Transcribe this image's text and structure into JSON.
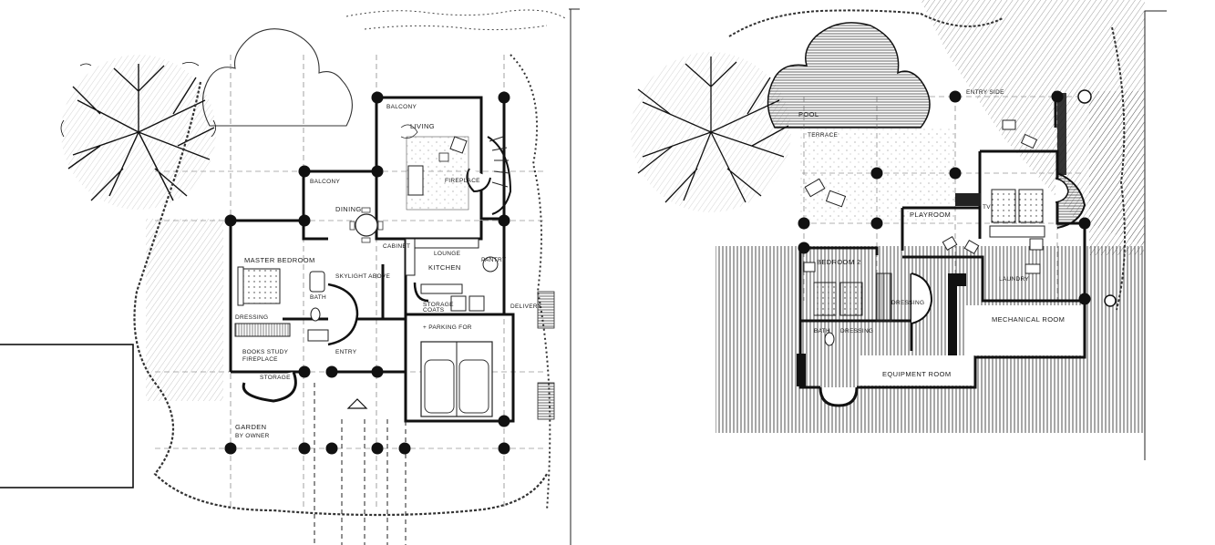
{
  "plans": [
    {
      "name": "upper-floor-plan",
      "labels": {
        "balcony_top": "BALCONY",
        "living": "LIVING",
        "balcony_left": "BALCONY",
        "fireplace": "FIREPLACE",
        "dining": "DINING",
        "master_bedroom": "MASTER BEDROOM",
        "skylight": "SKYLIGHT ABOVE",
        "lounge": "LOUNGE",
        "cabinet": "CABINET",
        "kitchen": "KITCHEN",
        "bath": "BATH",
        "dressing": "DRESSING",
        "storage": "STORAGE",
        "coats": "COATS",
        "pantry": "PANTRY",
        "delivery": "DELIVERY",
        "books_study": "BOOKS STUDY",
        "fireplace_2": "FIREPLACE",
        "storage_2": "STORAGE",
        "entry": "ENTRY",
        "garage": "+ PARKING FOR",
        "garden": "GARDEN",
        "garden_sub": "BY OWNER"
      }
    },
    {
      "name": "lower-floor-plan",
      "labels": {
        "pool": "POOL",
        "terrace": "TERRACE",
        "entry_side": "ENTRY SIDE",
        "tv": "TV",
        "playroom": "PLAYROOM",
        "bedroom_2": "BEDROOM 2",
        "dressing": "DRESSING",
        "laundry": "LAUNDRY",
        "bath": "BATH",
        "dressing_2": "DRESSING",
        "mechanical": "MECHANICAL ROOM",
        "equipment": "EQUIPMENT ROOM"
      }
    }
  ]
}
